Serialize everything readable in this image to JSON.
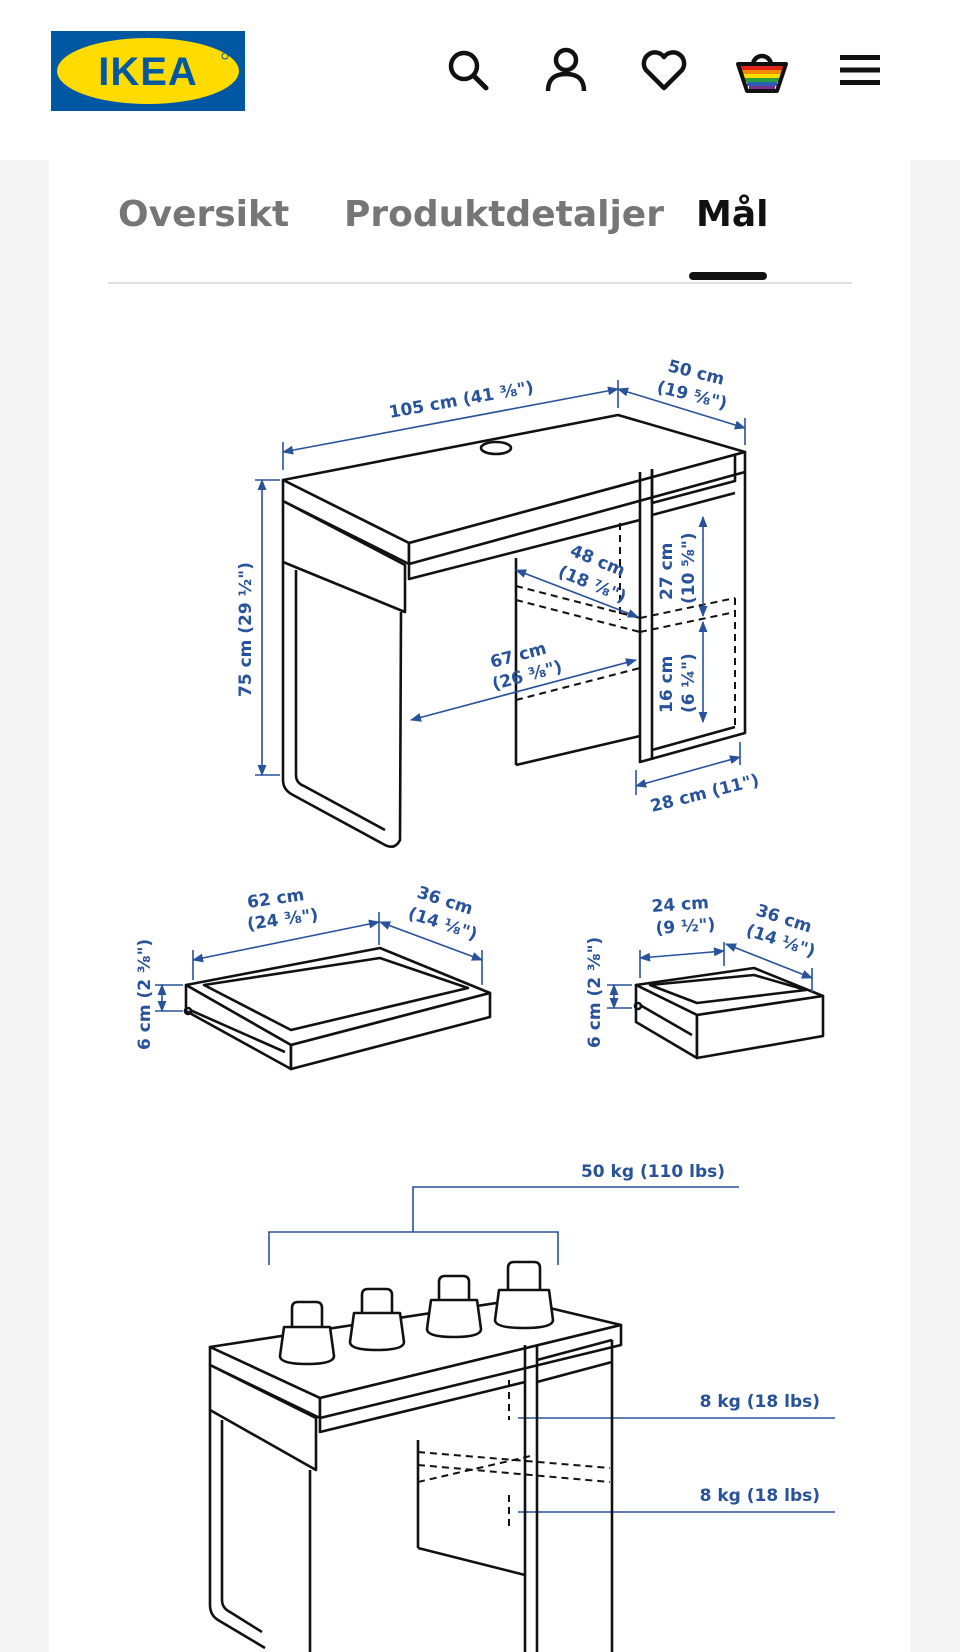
{
  "header": {
    "logo_text": "IKEA",
    "icons": [
      "search-icon",
      "account-icon",
      "heart-icon",
      "basket-icon",
      "menu-icon"
    ]
  },
  "tabs": [
    {
      "label": "Oversikt",
      "active": false
    },
    {
      "label": "Produktdetaljer",
      "active": false
    },
    {
      "label": "Mål",
      "active": true
    }
  ],
  "dimensions": {
    "desk": {
      "width": "105 cm (41 ⅜\")",
      "depth_cm": "50 cm",
      "depth_in": "(19 ⅝\")",
      "height": "75 cm (29 ½\")",
      "inner_depth_cm": "48 cm",
      "inner_depth_in": "(18 ⅞\")",
      "inner_width_cm": "67 cm",
      "inner_width_in": "(26 ⅜\")",
      "shelf_upper_cm": "27 cm",
      "shelf_upper_in": "(10 ⅝\")",
      "shelf_lower_cm": "16 cm",
      "shelf_lower_in": "(6 ¼\")",
      "cabinet_width": "28 cm (11\")"
    },
    "large_drawer": {
      "width_cm": "62 cm",
      "width_in": "(24 ⅜\")",
      "depth_cm": "36 cm",
      "depth_in": "(14 ⅛\")",
      "height": "6 cm (2 ⅜\")"
    },
    "small_drawer": {
      "width_cm": "24 cm",
      "width_in": "(9 ½\")",
      "depth_cm": "36 cm",
      "depth_in": "(14 ⅛\")",
      "height": "6 cm (2 ⅜\")"
    },
    "load": {
      "top": "50 kg (110 lbs)",
      "shelf_upper": "8 kg (18 lbs)",
      "shelf_lower": "8 kg (18 lbs)"
    }
  },
  "colors": {
    "ikea_blue": "#0058a3",
    "ikea_yellow": "#ffdb00",
    "dimension_blue": "#28529a",
    "line": "#111111"
  }
}
